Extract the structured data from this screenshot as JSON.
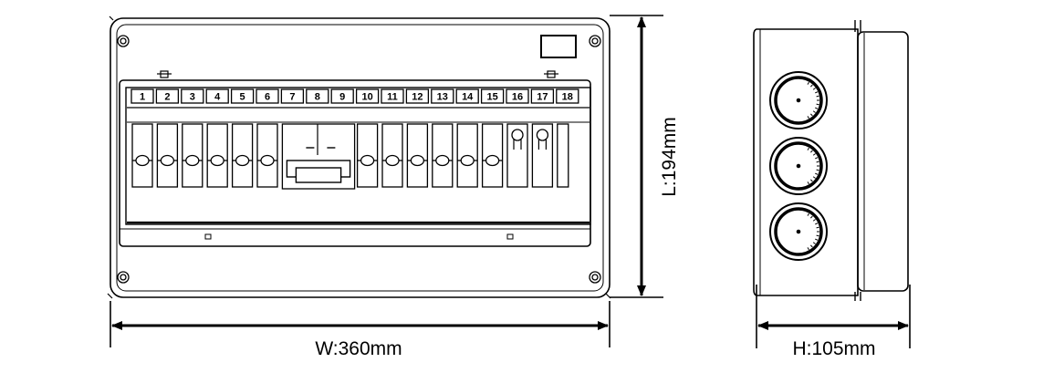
{
  "front_view": {
    "module_numbers": [
      "1",
      "2",
      "3",
      "4",
      "5",
      "6",
      "7",
      "8",
      "9",
      "10",
      "11",
      "12",
      "13",
      "14",
      "15",
      "16",
      "17",
      "18"
    ],
    "width_label": "W:360mm",
    "height_label": "L:194mm"
  },
  "side_view": {
    "depth_label": "H:105mm"
  }
}
